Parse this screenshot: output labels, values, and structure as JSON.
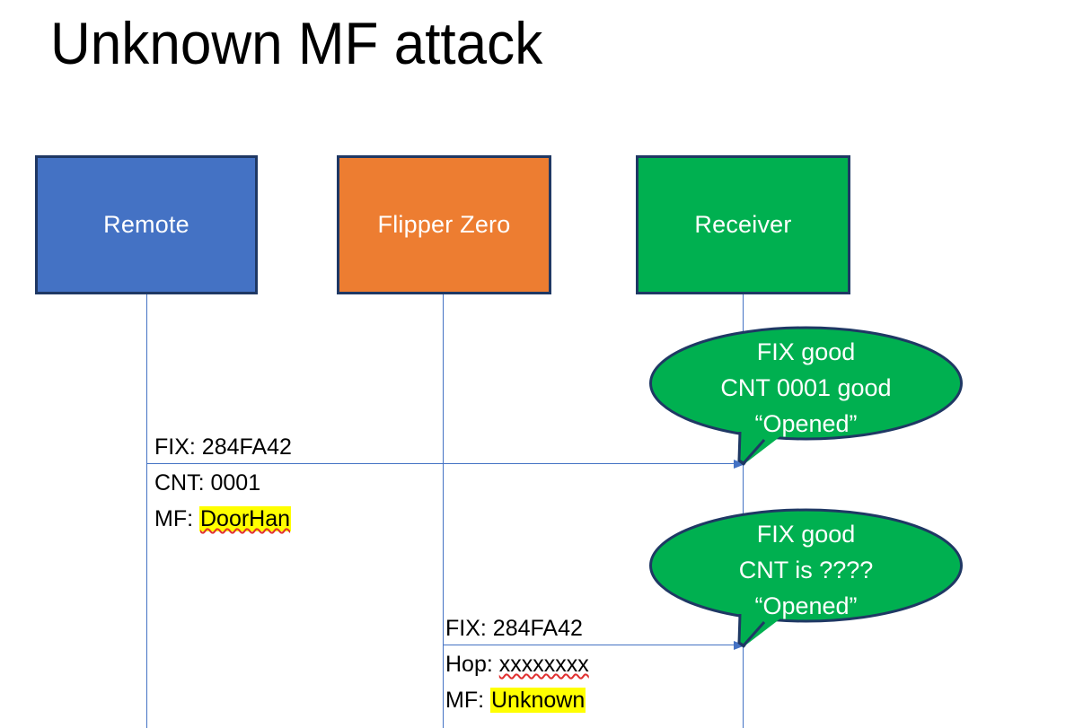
{
  "slide": {
    "title": "Unknown MF attack",
    "background": "#ffffff"
  },
  "colors": {
    "remote_box": "#4472C4",
    "flipper_box": "#ED7D31",
    "receiver_box": "#00B050",
    "box_border": "#1F3864",
    "lifeline": "#4472C4",
    "arrow": "#4472C4",
    "bubble_fill": "#00B050",
    "bubble_border": "#1F3864",
    "highlight": "#FFFF00",
    "spellcheck_underline": "#E03030",
    "text_dark": "#000000",
    "text_light": "#ffffff"
  },
  "actors": [
    {
      "id": "remote",
      "label": "Remote"
    },
    {
      "id": "flipper",
      "label": "Flipper Zero"
    },
    {
      "id": "receiver",
      "label": "Receiver"
    }
  ],
  "messages": [
    {
      "id": "msg-1",
      "from": "remote",
      "to": "receiver",
      "lines": [
        {
          "prefix": "FIX: ",
          "value": "284FA42",
          "highlight": false,
          "spellcheck": false
        },
        {
          "prefix": "CNT: ",
          "value": "0001",
          "highlight": false,
          "spellcheck": false
        },
        {
          "prefix": "MF: ",
          "value": "DoorHan",
          "highlight": true,
          "spellcheck": true
        }
      ]
    },
    {
      "id": "msg-2",
      "from": "flipper",
      "to": "receiver",
      "lines": [
        {
          "prefix": "FIX: ",
          "value": "284FA42",
          "highlight": false,
          "spellcheck": false
        },
        {
          "prefix": "Hop: ",
          "value": "xxxxxxxx",
          "highlight": false,
          "spellcheck": true
        },
        {
          "prefix": "MF: ",
          "value": "Unknown",
          "highlight": true,
          "spellcheck": false
        }
      ]
    }
  ],
  "bubbles": [
    {
      "id": "bubble-1",
      "owner": "receiver",
      "lines": [
        "FIX good",
        "CNT 0001 good",
        "“Opened”"
      ]
    },
    {
      "id": "bubble-2",
      "owner": "receiver",
      "lines": [
        "FIX good",
        "CNT is ????",
        "“Opened”"
      ]
    }
  ]
}
